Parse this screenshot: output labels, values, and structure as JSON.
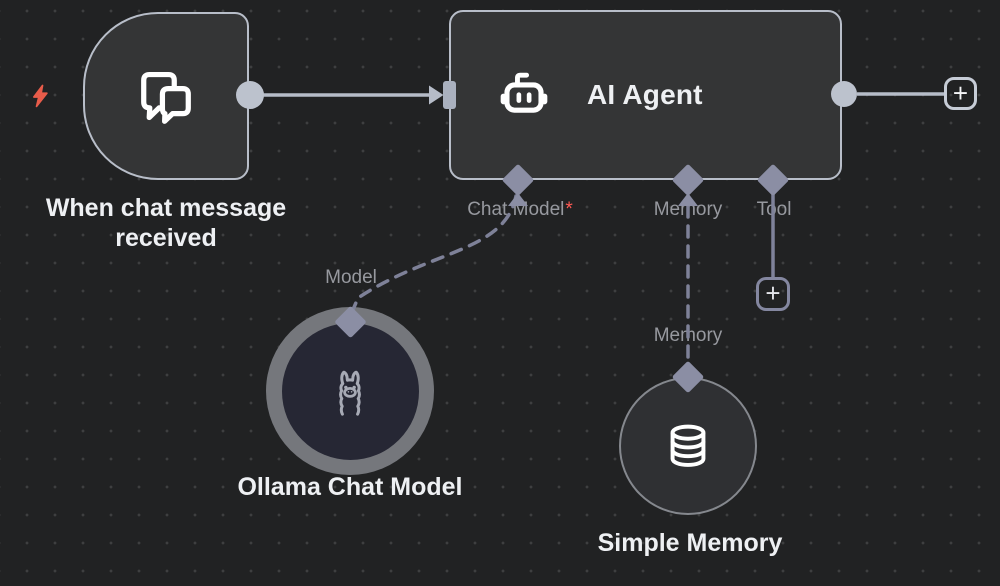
{
  "workflow": {
    "nodes": {
      "chat_trigger": {
        "title": "When chat message received",
        "icon": "chat-bubbles-icon",
        "trigger_indicator": "lightning-bolt-icon"
      },
      "ai_agent": {
        "title": "AI Agent",
        "icon": "robot-icon",
        "ports": {
          "chat_model": {
            "label": "Chat Model",
            "required_marker": "*"
          },
          "memory": {
            "label": "Memory"
          },
          "tool": {
            "label": "Tool"
          }
        }
      },
      "ollama_chat_model": {
        "title": "Ollama Chat Model",
        "icon": "llama-icon",
        "output_label": "Model",
        "selected": true
      },
      "simple_memory": {
        "title": "Simple Memory",
        "icon": "database-icon",
        "output_label": "Memory"
      }
    },
    "connections": [
      {
        "from": "chat_trigger",
        "to": "ai_agent",
        "style": "solid"
      },
      {
        "from": "ollama_chat_model",
        "to": "ai_agent.chat_model",
        "style": "dashed"
      },
      {
        "from": "simple_memory",
        "to": "ai_agent.memory",
        "style": "dashed"
      },
      {
        "from": "ai_agent.tool",
        "to": "add-tool-button",
        "style": "solid"
      }
    ],
    "buttons": {
      "add_output_node": "+",
      "add_tool": "+"
    },
    "colors": {
      "canvas_bg": "#212223",
      "grid_dot": "#3e3f40",
      "node_fill": "#343536",
      "node_border": "#b8bec9",
      "circle_node_fill": "#262734",
      "memory_node_fill": "#2f3033",
      "connector": "#b6bcc8",
      "ai_port_diamond": "#8b8ea4",
      "ai_connection_dashed": "#7e8198",
      "port_label_text": "#97999f",
      "node_title_text": "#eef0f3",
      "required_asterisk": "#ff5a54",
      "trigger_bolt": "#e85c4a",
      "selection_ring": "#75777c"
    }
  }
}
